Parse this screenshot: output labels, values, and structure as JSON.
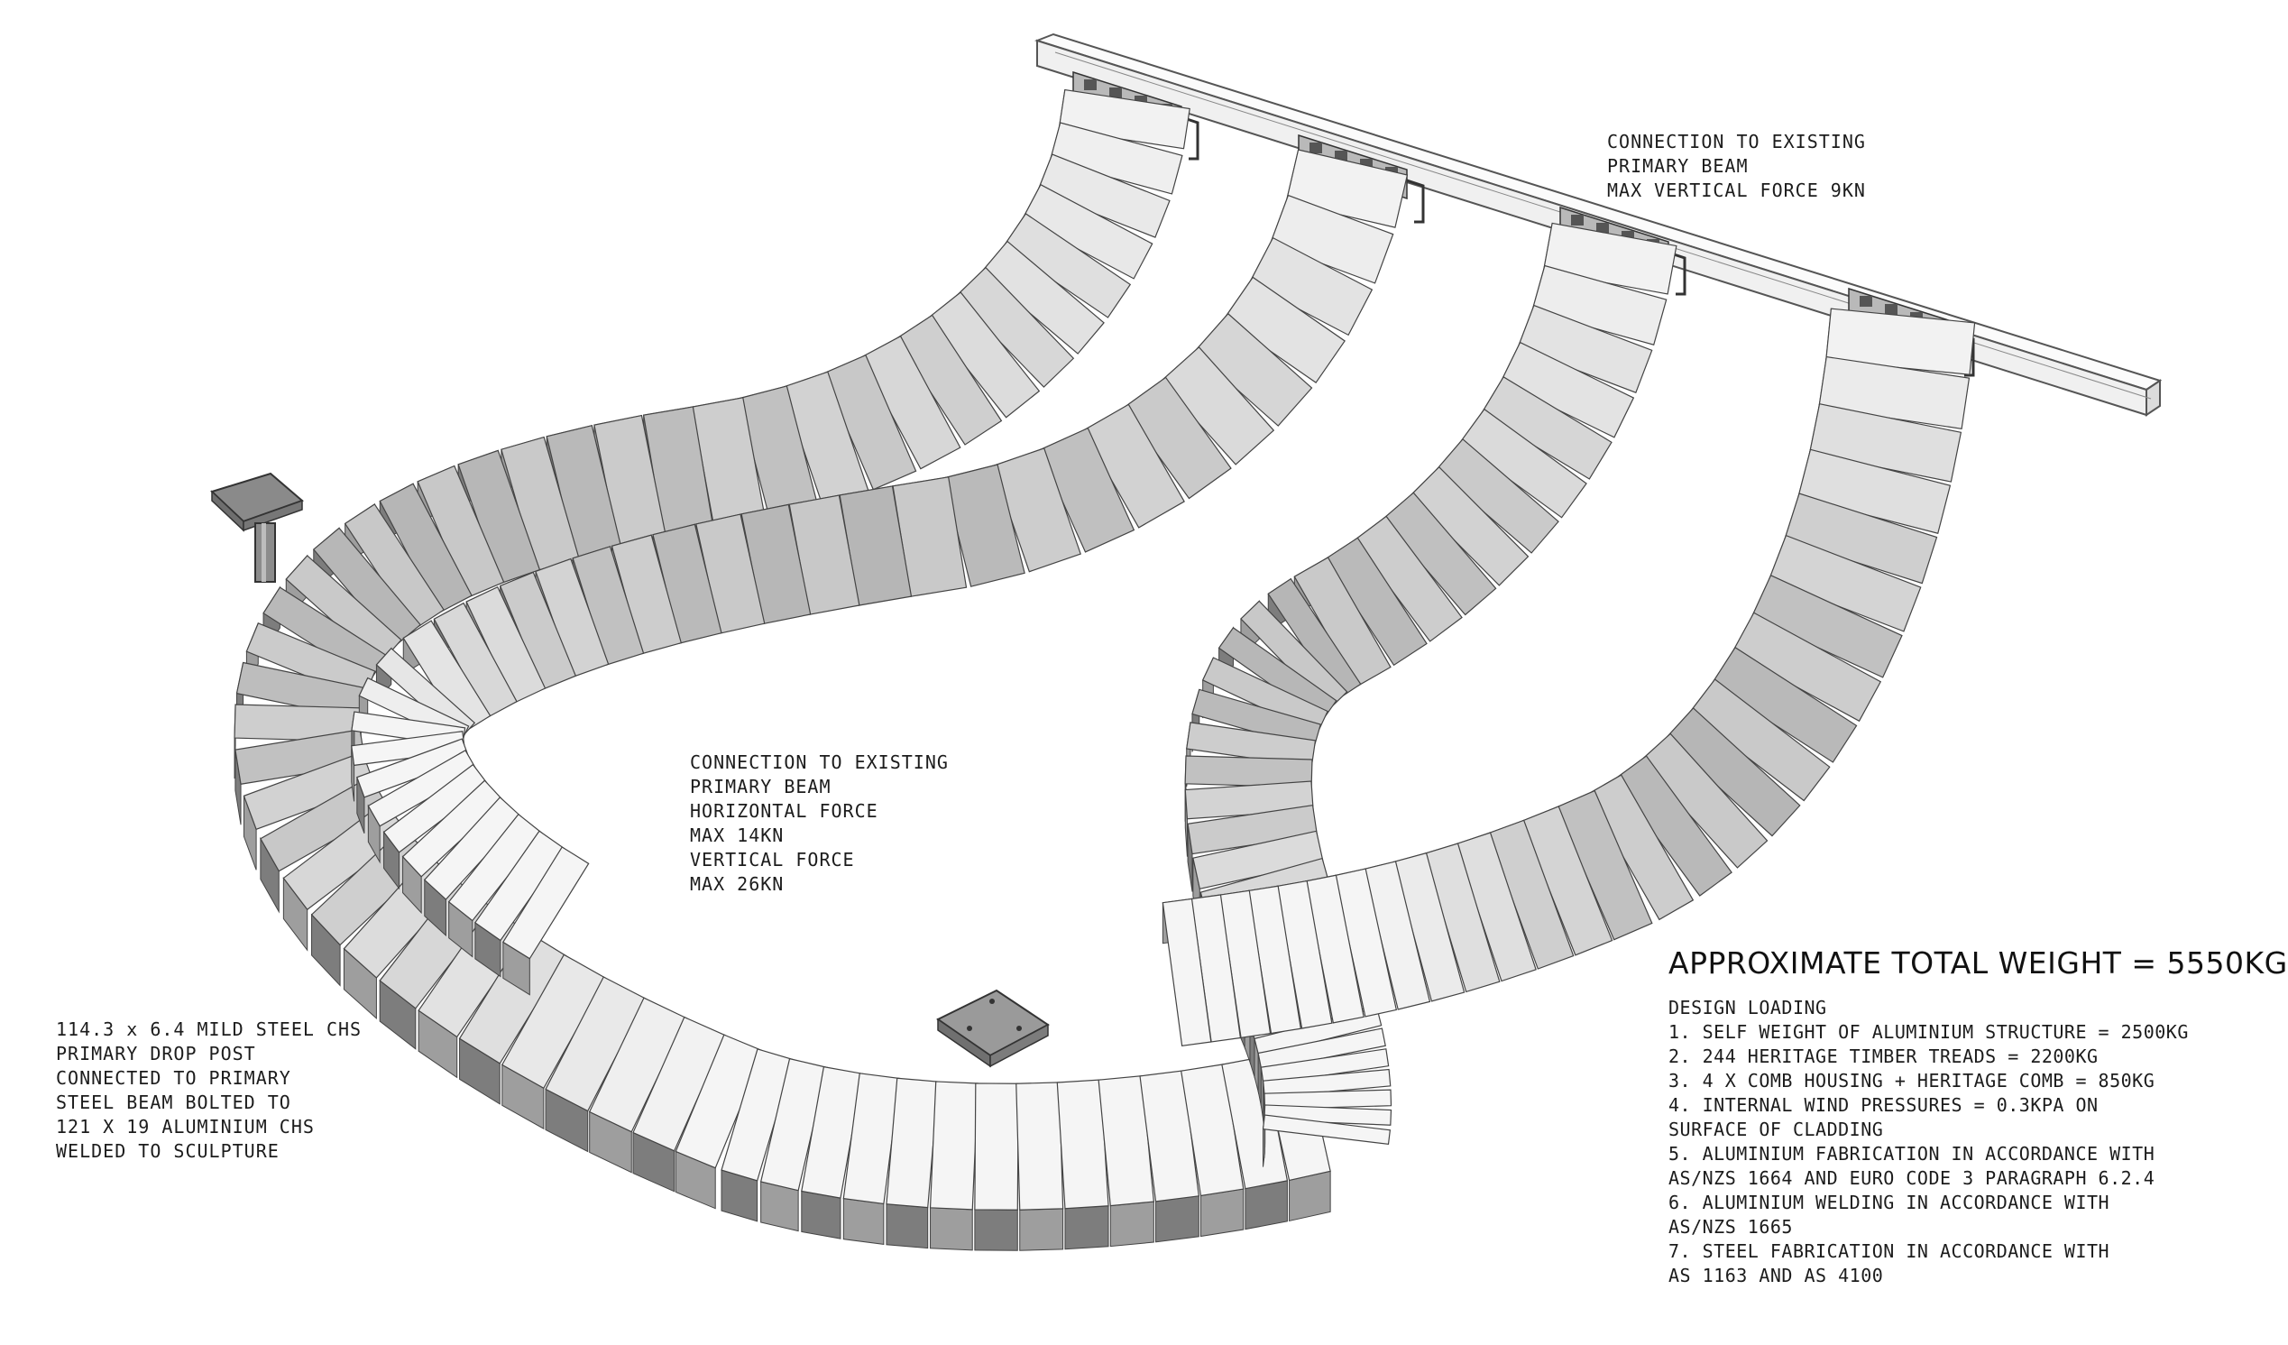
{
  "annotations": {
    "top_right": {
      "lines": [
        "CONNECTION TO EXISTING",
        "PRIMARY BEAM",
        "MAX VERTICAL FORCE 9KN"
      ]
    },
    "center": {
      "lines": [
        "CONNECTION TO EXISTING",
        "PRIMARY BEAM",
        "HORIZONTAL FORCE",
        "MAX 14KN",
        "VERTICAL FORCE",
        "MAX 26KN"
      ]
    },
    "left": {
      "lines": [
        "114.3 x 6.4 MILD STEEL CHS",
        "PRIMARY DROP POST",
        "CONNECTED TO PRIMARY",
        "STEEL BEAM BOLTED TO",
        "121 X 19 ALUMINIUM CHS",
        "WELDED TO SCULPTURE"
      ]
    }
  },
  "summary": {
    "total_weight": "APPROXIMATE TOTAL WEIGHT = 5550KG",
    "design_loading_title": "DESIGN LOADING",
    "design_loading_lines": [
      "1. SELF WEIGHT OF ALUMINIUM STRUCTURE = 2500KG",
      "2. 244 HERITAGE TIMBER TREADS = 2200KG",
      "3. 4 X COMB HOUSING + HERITAGE COMB = 850KG",
      "4. INTERNAL WIND PRESSURES = 0.3KPA ON",
      "SURFACE OF CLADDING",
      "5. ALUMINIUM FABRICATION IN ACCORDANCE WITH",
      "AS/NZS 1664  AND  EURO CODE 3 PARAGRAPH 6.2.4",
      "6. ALUMINIUM WELDING IN ACCORDANCE WITH",
      "AS/NZS 1665",
      "7. STEEL FABRICATION IN ACCORDANCE WITH",
      "AS 1163  AND  AS 4100"
    ]
  },
  "colors": {
    "tread_light": "#f2f2f2",
    "tread_mid": "#d9d9d9",
    "tread_dark": "#9e9e9e",
    "riser_dark": "#7d7d7d",
    "beam": "#f7f7f7",
    "bracket": "#b9b9b9",
    "outline": "#444444"
  }
}
